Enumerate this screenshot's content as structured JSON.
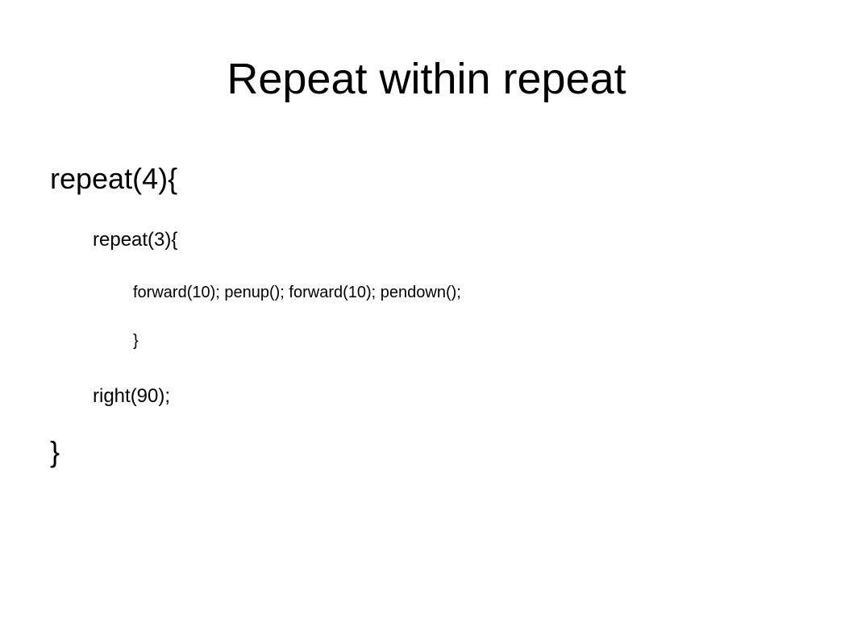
{
  "slide": {
    "title": "Repeat within repeat",
    "code_lines": [
      "repeat(4){",
      "repeat(3){",
      "forward(10); penup(); forward(10); pendown();",
      "}",
      "right(90);",
      "}"
    ]
  }
}
